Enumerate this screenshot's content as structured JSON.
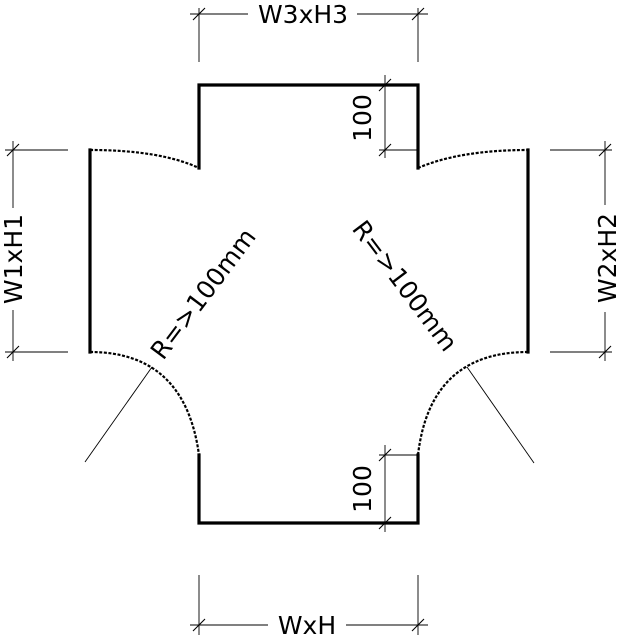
{
  "labels": {
    "top_branch": "W3xH3",
    "left_branch": "W1xH1",
    "right_branch": "W2xH2",
    "bottom_branch": "WxH",
    "top_dimension": "100",
    "bottom_dimension": "100",
    "left_radius": "R=>100mm",
    "right_radius": "R=>100mm"
  }
}
